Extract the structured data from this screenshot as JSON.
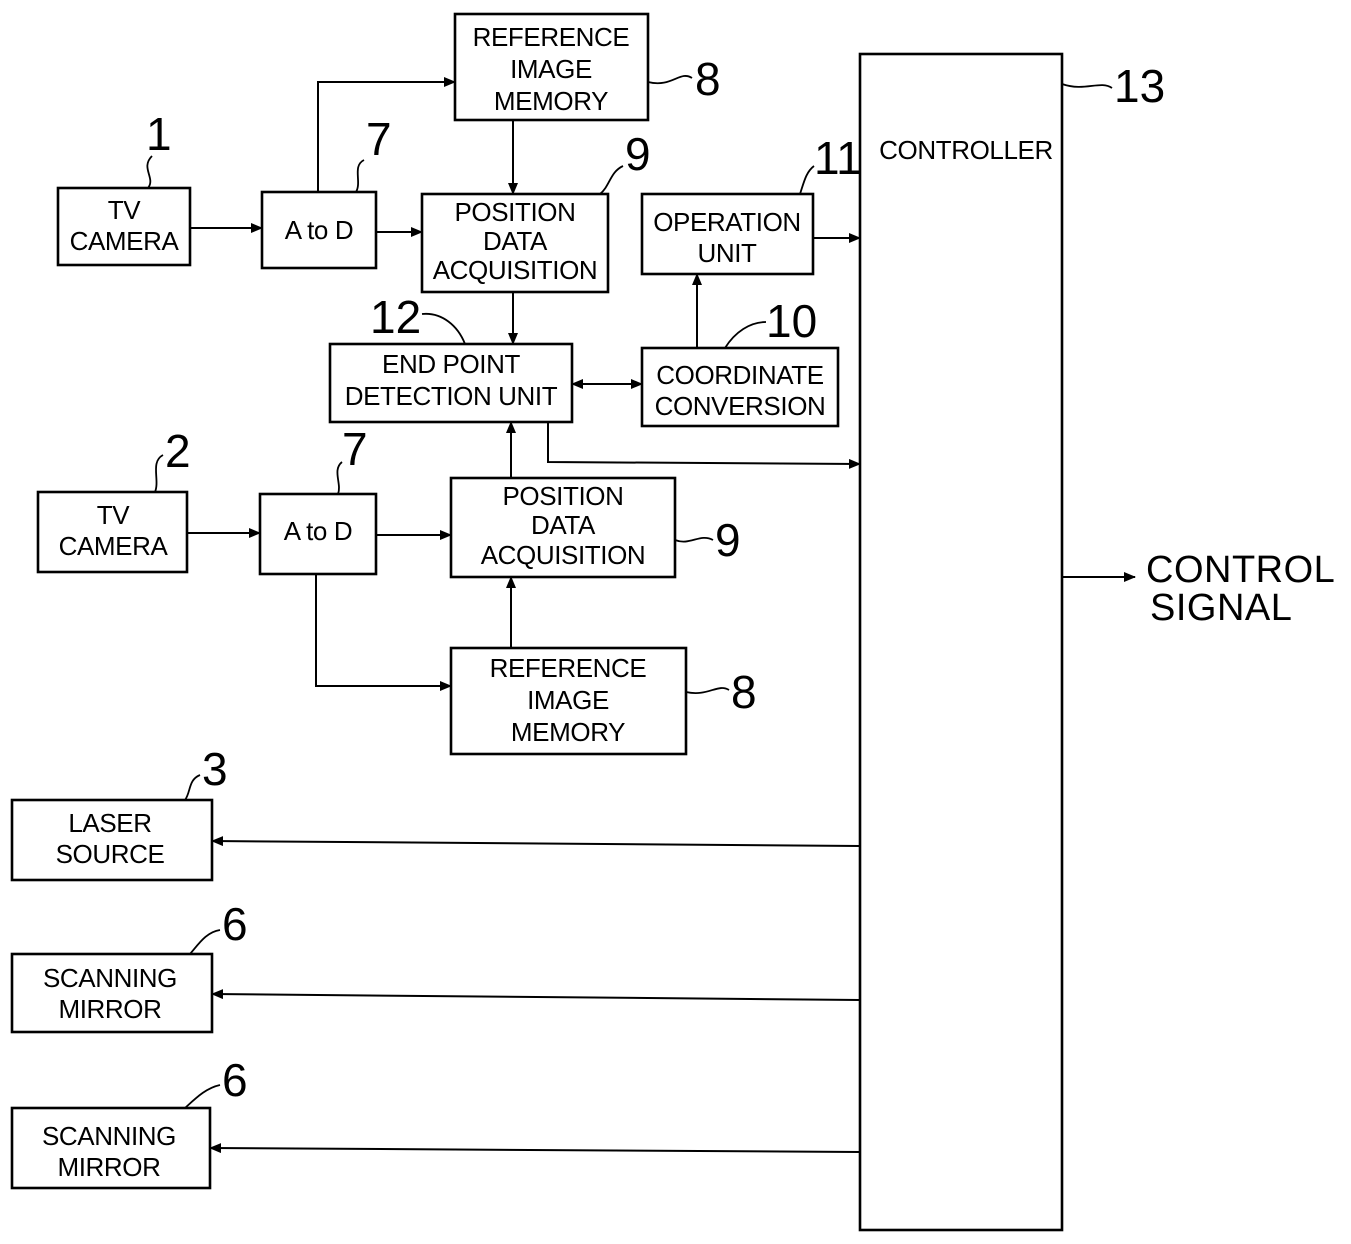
{
  "blocks": {
    "ref_memory_top": {
      "lines": [
        "REFERENCE",
        "IMAGE",
        "MEMORY"
      ],
      "ref": "8"
    },
    "tv_camera_1": {
      "lines": [
        "TV",
        "CAMERA"
      ],
      "ref": "1"
    },
    "a_to_d_top": {
      "lines": [
        "A to D"
      ],
      "ref": "7"
    },
    "pos_acq_top": {
      "lines": [
        "POSITION",
        "DATA",
        "ACQUISITION"
      ],
      "ref": "9"
    },
    "operation_unit": {
      "lines": [
        "OPERATION",
        "UNIT"
      ],
      "ref": "11"
    },
    "controller": {
      "lines": [
        "CONTROLLER"
      ],
      "ref": "13"
    },
    "end_point": {
      "lines": [
        "END POINT",
        "DETECTION UNIT"
      ],
      "ref": "12"
    },
    "coord_conversion": {
      "lines": [
        "COORDINATE",
        "CONVERSION"
      ],
      "ref": "10"
    },
    "tv_camera_2": {
      "lines": [
        "TV",
        "CAMERA"
      ],
      "ref": "2"
    },
    "a_to_d_bottom": {
      "lines": [
        "A to D"
      ],
      "ref": "7"
    },
    "pos_acq_bottom": {
      "lines": [
        "POSITION",
        "DATA",
        "ACQUISITION"
      ],
      "ref": "9"
    },
    "ref_memory_bottom": {
      "lines": [
        "REFERENCE",
        "IMAGE",
        "MEMORY"
      ],
      "ref": "8"
    },
    "laser_source": {
      "lines": [
        "LASER",
        "SOURCE"
      ],
      "ref": "3"
    },
    "scanning_mirror_1": {
      "lines": [
        "SCANNING",
        "MIRROR"
      ],
      "ref": "6"
    },
    "scanning_mirror_2": {
      "lines": [
        "SCANNING",
        "MIRROR"
      ],
      "ref": "6"
    }
  },
  "output": {
    "lines": [
      "CONTROL",
      "SIGNAL"
    ]
  },
  "colors": {
    "ink": "#000000",
    "background": "#ffffff"
  }
}
